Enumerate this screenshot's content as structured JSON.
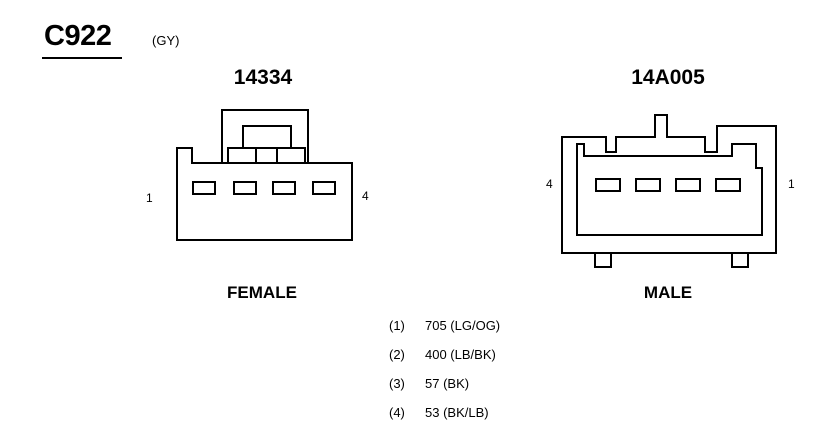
{
  "connector": {
    "id": "C922",
    "color": "(GY)"
  },
  "female": {
    "part_number": "14334",
    "label": "FEMALE",
    "pin_left": "1",
    "pin_right": "4"
  },
  "male": {
    "part_number": "14A005",
    "label": "MALE",
    "pin_left": "4",
    "pin_right": "1"
  },
  "wires": [
    {
      "pin": "(1)",
      "circuit": "705 (LG/OG)"
    },
    {
      "pin": "(2)",
      "circuit": "400 (LB/BK)"
    },
    {
      "pin": "(3)",
      "circuit": "57 (BK)"
    },
    {
      "pin": "(4)",
      "circuit": "53 (BK/LB)"
    }
  ]
}
